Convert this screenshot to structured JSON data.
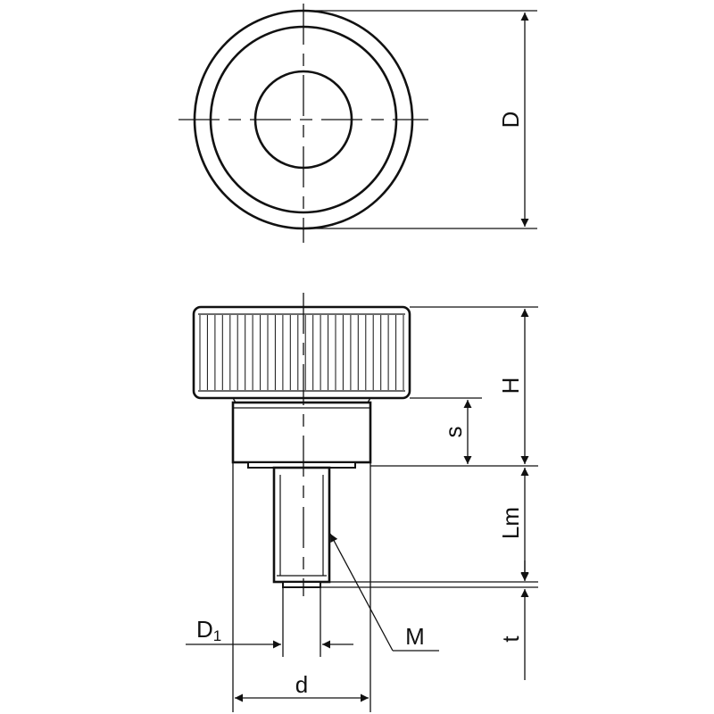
{
  "labels": {
    "D": "D",
    "H": "H",
    "s": "s",
    "Lm": "Lm",
    "t": "t",
    "M": "M",
    "d": "d",
    "D1_main": "D",
    "D1_sub": "1"
  },
  "colors": {
    "line": "#111111",
    "background": "#ffffff"
  },
  "knurl": {
    "ridge_count": 28
  }
}
